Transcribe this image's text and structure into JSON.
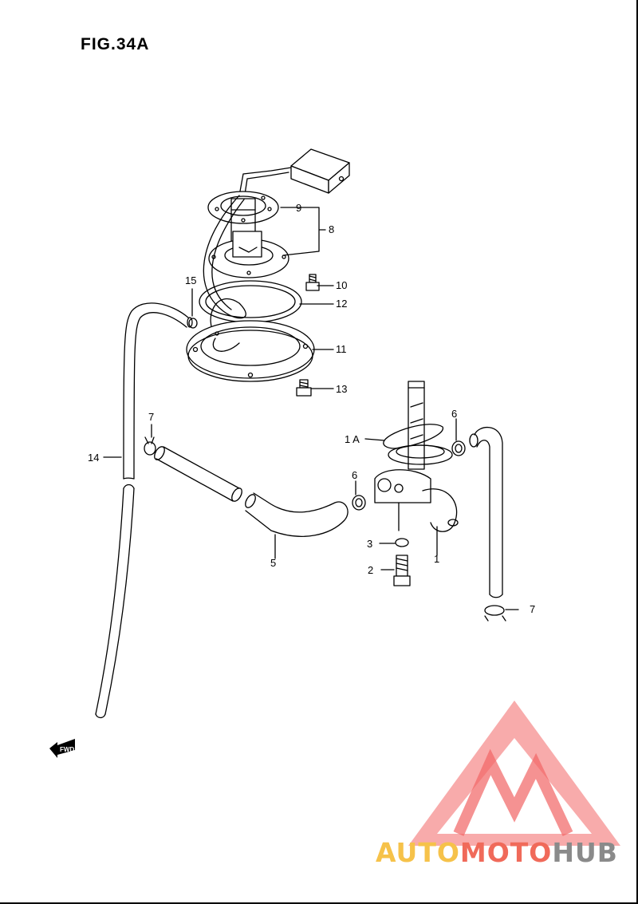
{
  "figure": {
    "title": "FIG.34A"
  },
  "callouts": {
    "c1": "1",
    "c1a": "1 A",
    "c2": "2",
    "c3": "3",
    "c5": "5",
    "c6a": "6",
    "c6b": "6",
    "c7a": "7",
    "c7b": "7",
    "c8": "8",
    "c9": "9",
    "c10": "10",
    "c11": "11",
    "c12": "12",
    "c13": "13",
    "c14": "14",
    "c15": "15"
  },
  "direction_badge": {
    "label": "FWD"
  },
  "watermark": {
    "logo_color": "#f04a4a",
    "part1": "AUTO",
    "part1_color": "#f6c24a",
    "part2": "MOTO",
    "part2_color": "#f06a5a",
    "part3": "HUB",
    "part3_color": "#8a8a8a"
  }
}
